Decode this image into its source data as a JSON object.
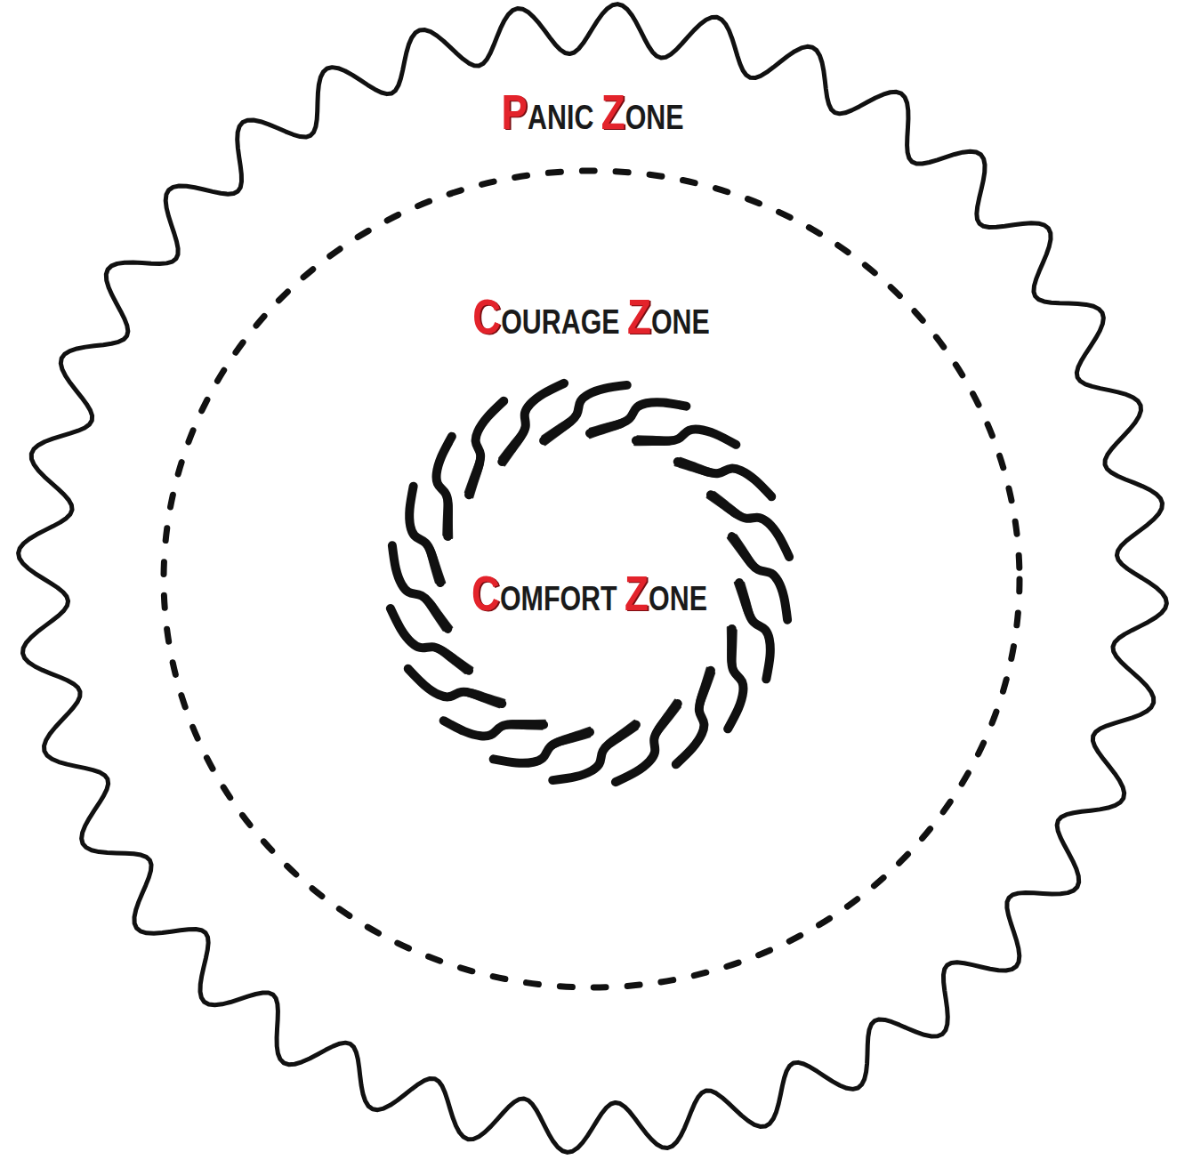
{
  "diagram": {
    "nodes": [
      {
        "text": [
          "PANIC ZONE"
        ]
      },
      {
        "text": [
          "COURAGE ZONE"
        ],
        "in": 0
      },
      {
        "text": [
          "COMFORT ZONE"
        ],
        "in": 1
      }
    ]
  }
}
